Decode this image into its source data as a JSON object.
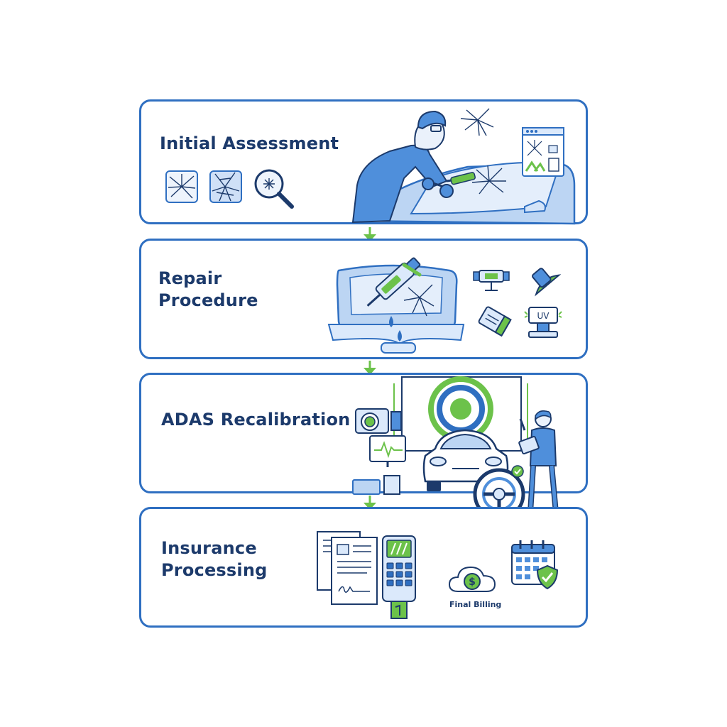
{
  "steps": [
    {
      "title_lines": [
        "Initial Assessment"
      ]
    },
    {
      "title_lines": [
        "Repair",
        "Procedure"
      ]
    },
    {
      "title_lines": [
        "ADAS Recalibration"
      ]
    },
    {
      "title_lines": [
        "Insurance",
        "Processing"
      ]
    }
  ],
  "icons": {
    "step1": [
      "cracked-glass-icon",
      "shattered-glass-icon",
      "magnifier-icon",
      "technician-inspecting-windshield-icon",
      "inspection-report-icon"
    ],
    "step2": [
      "resin-injector-icon",
      "windshield-icon",
      "tool-bridge-icon",
      "suction-cup-icon",
      "scraper-icon",
      "uv-lamp-icon"
    ],
    "step3": [
      "camera-icon",
      "diagnostic-monitor-icon",
      "calibration-target-icon",
      "car-icon",
      "steering-wheel-icon",
      "technician-tablet-icon"
    ],
    "step4": [
      "claim-documents-icon",
      "payment-terminal-icon",
      "cloud-dollar-icon",
      "calendar-check-icon"
    ]
  },
  "billing_label": "Final Billing",
  "colors": {
    "primary": "#2f6fc1",
    "accent": "#6cc24a",
    "text": "#1c3a6b",
    "fill": "#dbe9fb"
  }
}
